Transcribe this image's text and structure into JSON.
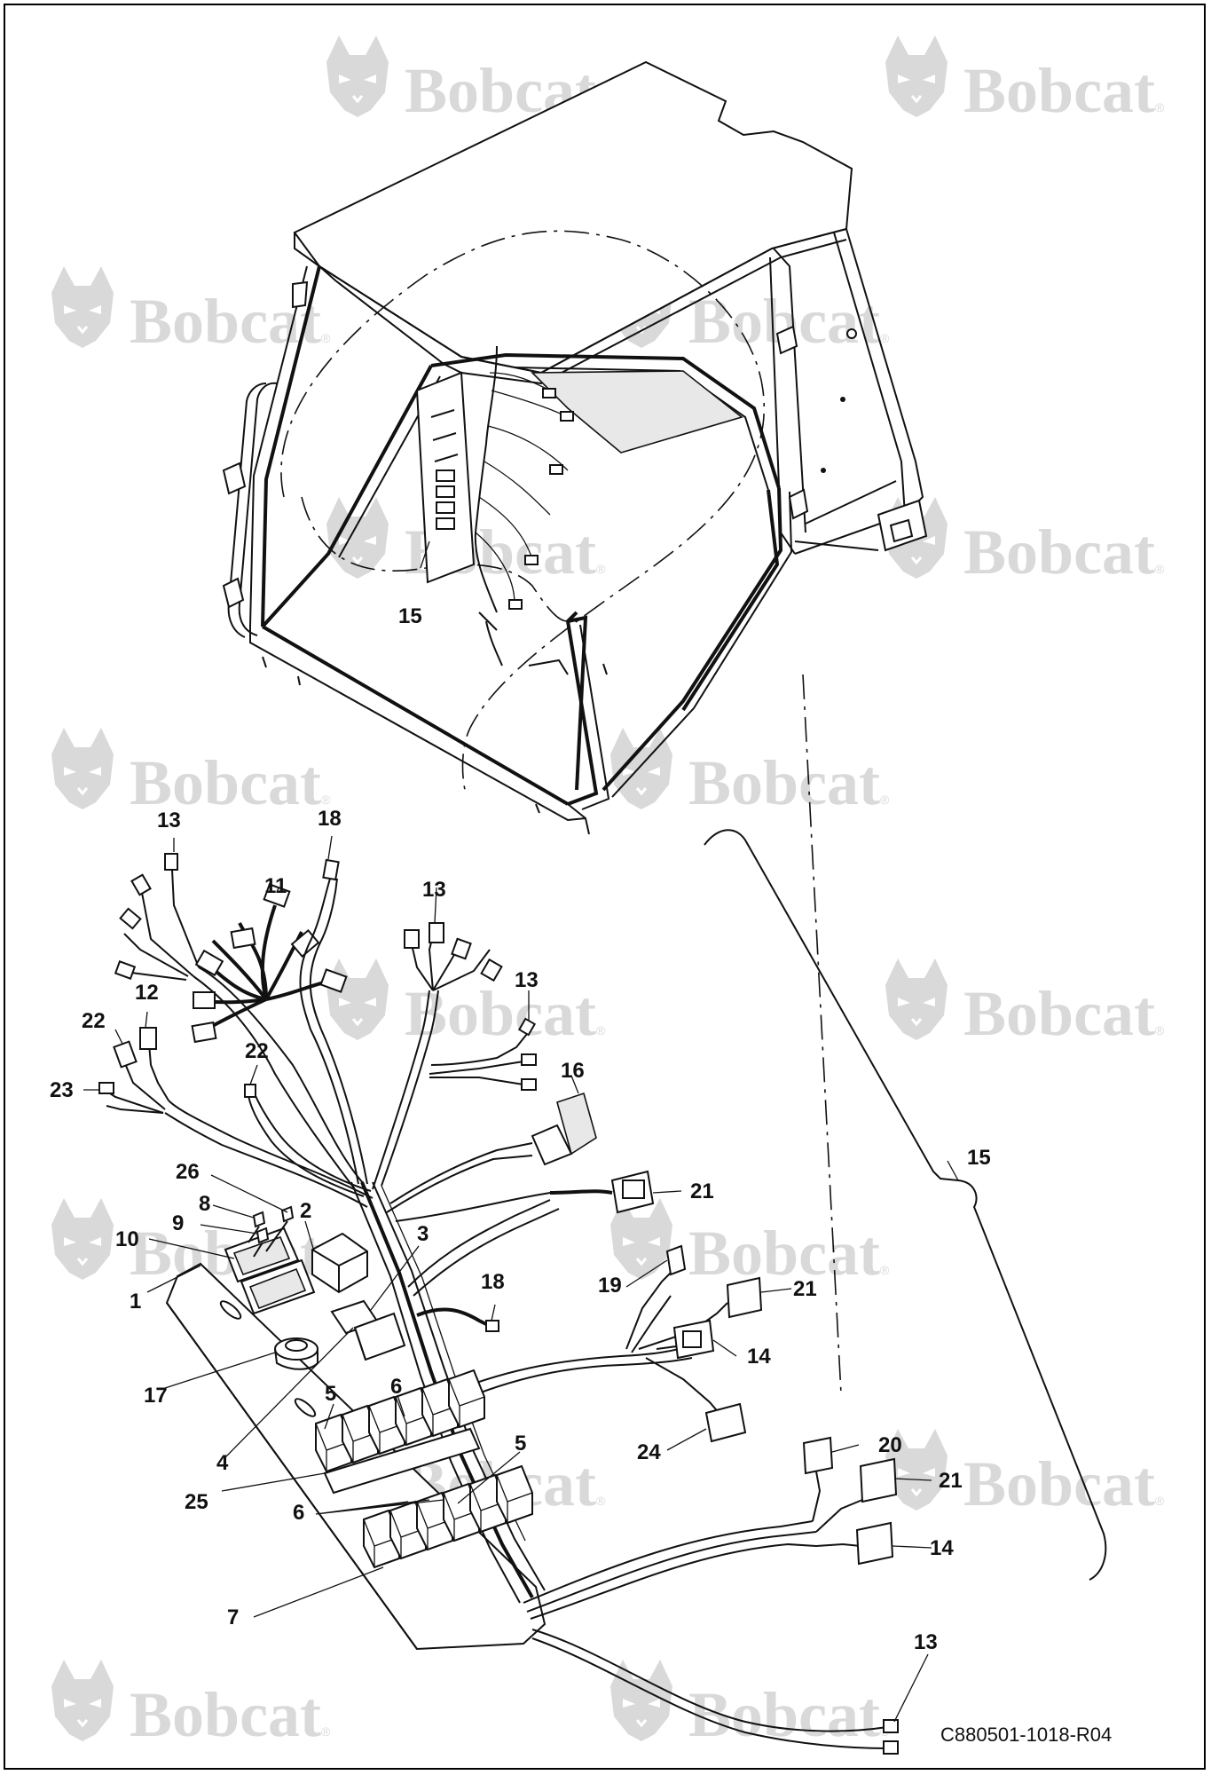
{
  "watermark": {
    "brand": "Bobcat",
    "mark": "®",
    "logo_icon": "bobcat-head-logo"
  },
  "document_id": "C880501-1018-R04",
  "callouts": [
    {
      "id": "c15-cab",
      "text": "15"
    },
    {
      "id": "c13-a",
      "text": "13"
    },
    {
      "id": "c18-a",
      "text": "18"
    },
    {
      "id": "c11",
      "text": "11"
    },
    {
      "id": "c13-b",
      "text": "13"
    },
    {
      "id": "c13-c",
      "text": "13"
    },
    {
      "id": "c12",
      "text": "12"
    },
    {
      "id": "c22-a",
      "text": "22"
    },
    {
      "id": "c22-b",
      "text": "22"
    },
    {
      "id": "c23",
      "text": "23"
    },
    {
      "id": "c16",
      "text": "16"
    },
    {
      "id": "c15-harness",
      "text": "15"
    },
    {
      "id": "c26",
      "text": "26"
    },
    {
      "id": "c21-a",
      "text": "21"
    },
    {
      "id": "c8",
      "text": "8"
    },
    {
      "id": "c9",
      "text": "9"
    },
    {
      "id": "c2",
      "text": "2"
    },
    {
      "id": "c3",
      "text": "3"
    },
    {
      "id": "c10",
      "text": "10"
    },
    {
      "id": "c1",
      "text": "1"
    },
    {
      "id": "c18-b",
      "text": "18"
    },
    {
      "id": "c19",
      "text": "19"
    },
    {
      "id": "c21-b",
      "text": "21"
    },
    {
      "id": "c17",
      "text": "17"
    },
    {
      "id": "c14-a",
      "text": "14"
    },
    {
      "id": "c5-a",
      "text": "5"
    },
    {
      "id": "c6-a",
      "text": "6"
    },
    {
      "id": "c4",
      "text": "4"
    },
    {
      "id": "c24",
      "text": "24"
    },
    {
      "id": "c20",
      "text": "20"
    },
    {
      "id": "c5-b",
      "text": "5"
    },
    {
      "id": "c25",
      "text": "25"
    },
    {
      "id": "c21-c",
      "text": "21"
    },
    {
      "id": "c6-b",
      "text": "6"
    },
    {
      "id": "c14-b",
      "text": "14"
    },
    {
      "id": "c7",
      "text": "7"
    },
    {
      "id": "c13-d",
      "text": "13"
    }
  ]
}
